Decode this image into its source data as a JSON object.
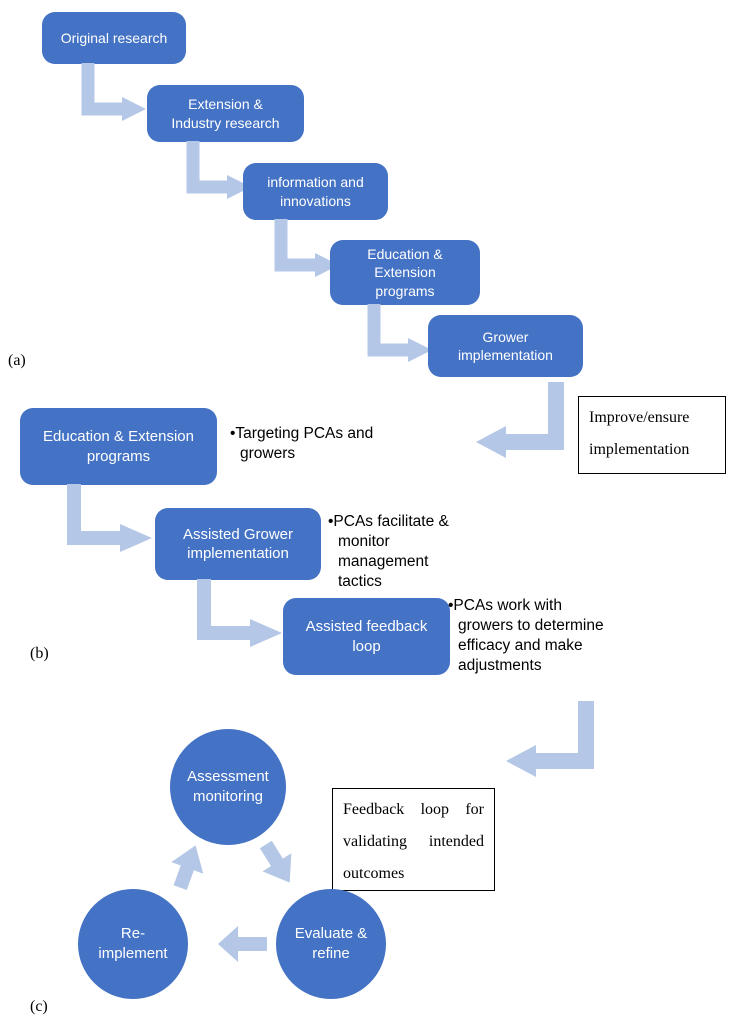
{
  "palette": {
    "shape_blue": "#4472C4",
    "arrow_blue": "#B4C7E7",
    "shape_text": "#FFFFFF",
    "body_text": "#000000",
    "note_border": "#000000"
  },
  "section_a": {
    "label": "(a)",
    "boxes": [
      "Original research",
      "Extension & Industry research",
      "information and innovations",
      "Education & Extension programs",
      "Grower implementation"
    ],
    "note": "Improve/ensure implementation"
  },
  "section_b": {
    "label": "(b)",
    "boxes": [
      "Education & Extension programs",
      "Assisted Grower implementation",
      "Assisted feedback loop"
    ],
    "bullets": [
      "•Targeting PCAs and growers",
      "•PCAs facilitate & monitor management tactics",
      "•PCAs work with growers to determine efficacy and make adjustments"
    ]
  },
  "section_c": {
    "label": "(c)",
    "circles": [
      "Assessment monitoring",
      "Evaluate & refine",
      "Re-implement"
    ],
    "note": "Feedback loop for validating intended outcomes"
  }
}
